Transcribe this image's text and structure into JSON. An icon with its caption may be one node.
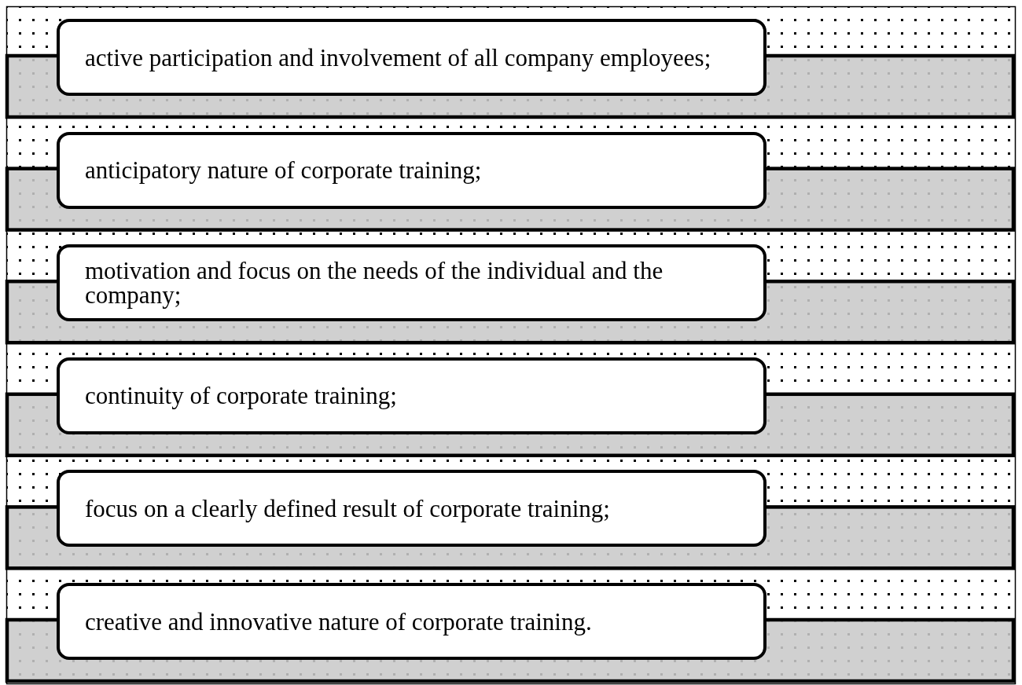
{
  "diagram": {
    "nodes": [
      {
        "text": [
          "active participation and involvement of all company employees;"
        ]
      },
      {
        "text": [
          "anticipatory nature of corporate training;"
        ]
      },
      {
        "text": [
          "motivation and focus on the needs of the individual and the company;"
        ]
      },
      {
        "text": [
          "continuity of corporate training;"
        ]
      },
      {
        "text": [
          "focus on a clearly defined result of corporate training;"
        ]
      },
      {
        "text": [
          "creative and innovative nature of corporate training."
        ]
      }
    ],
    "edges": []
  }
}
